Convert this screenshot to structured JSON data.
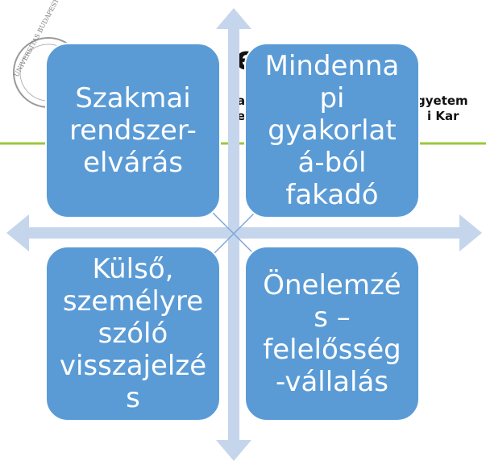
{
  "background_slide": {
    "logo_ring_text": "UNIVERSITAS BUDAPESTINENSIS",
    "title_fragment": "e",
    "subtitle_line1_left": "a",
    "subtitle_line1_right": "gyetem",
    "subtitle_line2_left": "e",
    "subtitle_line2_right": "i Kar",
    "accent_color": "#9ac83c"
  },
  "diagram": {
    "arrow_color": "#c5d5ec",
    "tile_color": "#5a9bd6",
    "quadrants": [
      {
        "label": "Szakmai\nrendszer-\nelvárás"
      },
      {
        "label": "Mindenna\npi\ngyakorlat\ná-ból\nfakadó"
      },
      {
        "label": "Külső,\nszemélyre\nszóló\nvisszajelzé\ns"
      },
      {
        "label": "Önelemzé\ns –\nfelelősség\n-vállalás"
      }
    ]
  }
}
